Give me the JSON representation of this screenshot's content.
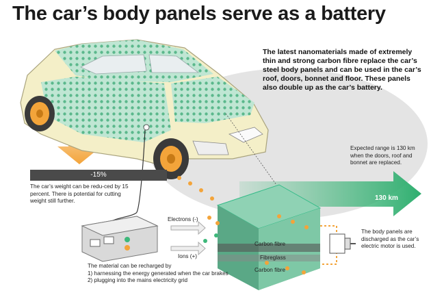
{
  "title": "The car’s body panels serve as a battery",
  "intro": "The latest nanomaterials made of extremely thin and strong carbon fibre replace the car’s steel body panels and can be used in the car’s roof, doors, bonnet and floor. These panels also double up as the car’s battery.",
  "weight": {
    "badge": "-15%",
    "text": "The car’s weight can be redu-ced by 15 percent. There is potential for cutting weight still further."
  },
  "range": {
    "text": "Expected range is 130 km when the doors, roof and bonnet are replaced.",
    "value": "130 km"
  },
  "flow": {
    "electrons": "Electrons (-)",
    "ions": "Ions (+)"
  },
  "layers": {
    "top": "Carbon fibre",
    "middle": "Fibreglass",
    "bottom": "Carbon fibre"
  },
  "motor_text": "The body panels are discharged as the car’s electric motor is used.",
  "recharge": {
    "intro": "The material can be recharged by",
    "item1": "1) harnessing the energy generated when the car brakes",
    "item2": "2) plugging into the mains electricity grid"
  },
  "colors": {
    "panel_green": "#8fd2b4",
    "arrow_green": "#3db87a",
    "arrow_orange": "#f3a43a",
    "car_body": "#f4efc8"
  }
}
